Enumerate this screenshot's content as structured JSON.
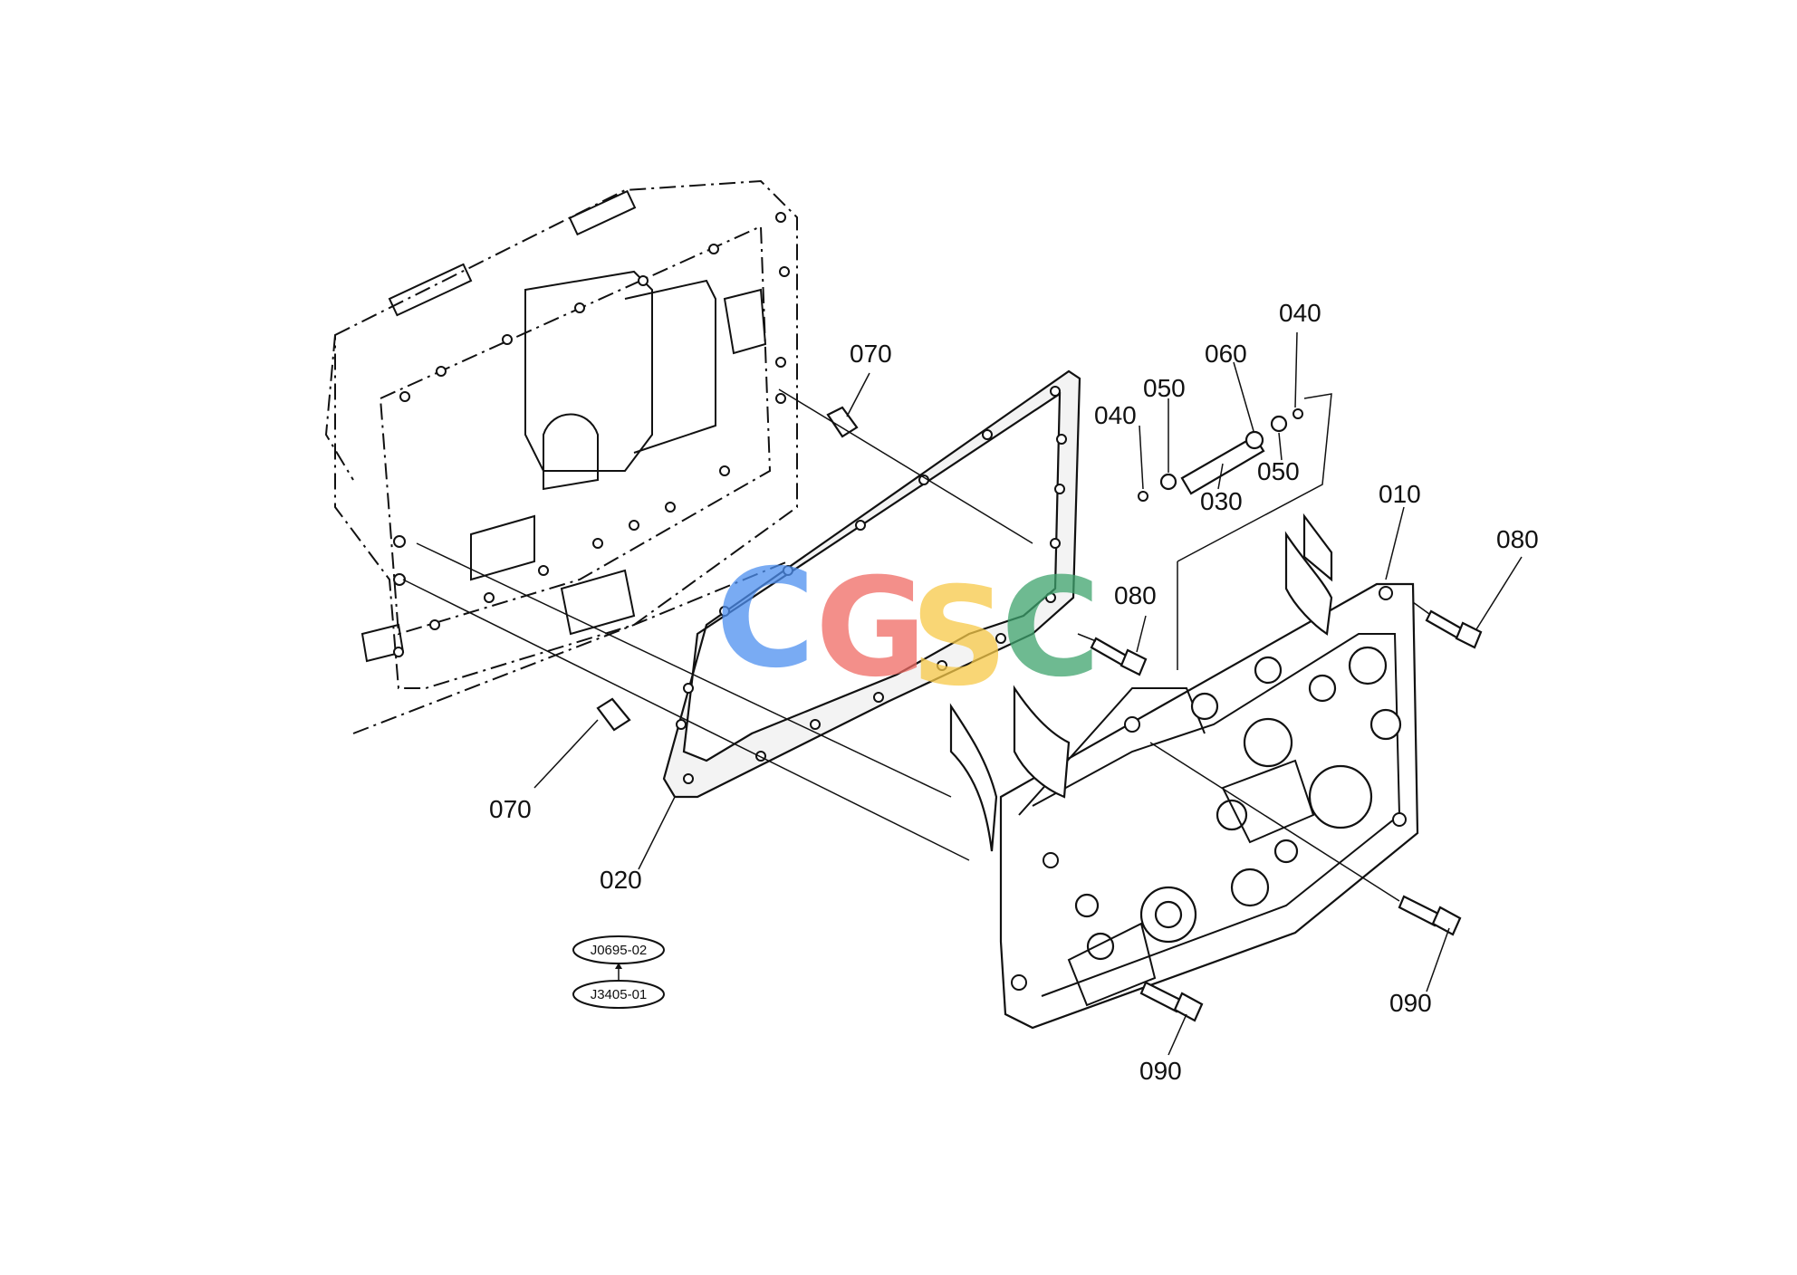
{
  "callouts": {
    "c010": "010",
    "c020": "020",
    "c030": "030",
    "c040a": "040",
    "c040b": "040",
    "c050a": "050",
    "c050b": "050",
    "c060": "060",
    "c070a": "070",
    "c070b": "070",
    "c080a": "080",
    "c080b": "080",
    "c090a": "090",
    "c090b": "090"
  },
  "references": {
    "ref_top": "J0695-02",
    "ref_bottom": "J3405-01"
  },
  "watermark": {
    "letters": [
      "C",
      "G",
      "S",
      "C"
    ],
    "colors": [
      "#4d8ff0",
      "#ef6a63",
      "#f7c948",
      "#3ea36d"
    ]
  }
}
